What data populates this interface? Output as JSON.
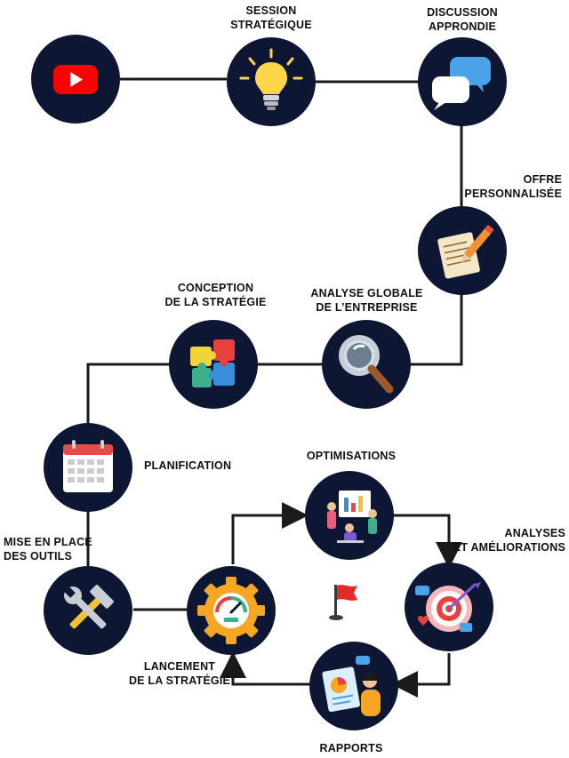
{
  "steps": {
    "youtube": {
      "lines": []
    },
    "session": {
      "lines": [
        "SESSION",
        "STRATÉGIQUE"
      ]
    },
    "discussion": {
      "lines": [
        "DISCUSSION",
        "APPRONDIE"
      ]
    },
    "offre": {
      "lines": [
        "OFFRE",
        "PERSONNALISÉE"
      ]
    },
    "analyse": {
      "lines": [
        "ANALYSE GLOBALE",
        "DE L’ENTREPRISE"
      ]
    },
    "conception": {
      "lines": [
        "CONCEPTION",
        "DE LA STRATÉGIE"
      ]
    },
    "planification": {
      "lines": [
        "PLANIFICATION"
      ]
    },
    "outils": {
      "lines": [
        "MISE EN PLACE",
        "DES OUTILS"
      ]
    },
    "lancement": {
      "lines": [
        "LANCEMENT",
        "DE LA STRATÉGIE"
      ]
    },
    "optimisations": {
      "lines": [
        "OPTIMISATIONS"
      ]
    },
    "ameliorations": {
      "lines": [
        "ANALYSES",
        "ET AMÉLIORATIONS"
      ]
    },
    "rapports": {
      "lines": [
        "RAPPORTS"
      ]
    }
  },
  "icons": {
    "youtube": "youtube-icon",
    "session": "lightbulb-icon",
    "discussion": "speech-bubbles-icon",
    "offre": "document-pen-icon",
    "analyse": "magnifying-glass-icon",
    "conception": "puzzle-icon",
    "planification": "calendar-icon",
    "outils": "hammer-wrench-icon",
    "lancement": "gear-gauge-icon",
    "optimisations": "team-board-icon",
    "ameliorations": "target-icon",
    "rapports": "report-person-icon",
    "center": "red-flag-icon"
  },
  "colors": {
    "node_bg": "#0d1733",
    "line": "#1a1a1a",
    "youtube_red": "#ff0000",
    "bulb_yellow": "#ffd54a",
    "bubble_blue": "#4aa3e8",
    "gear_orange": "#f5a623",
    "flag_red": "#e52a2a"
  }
}
